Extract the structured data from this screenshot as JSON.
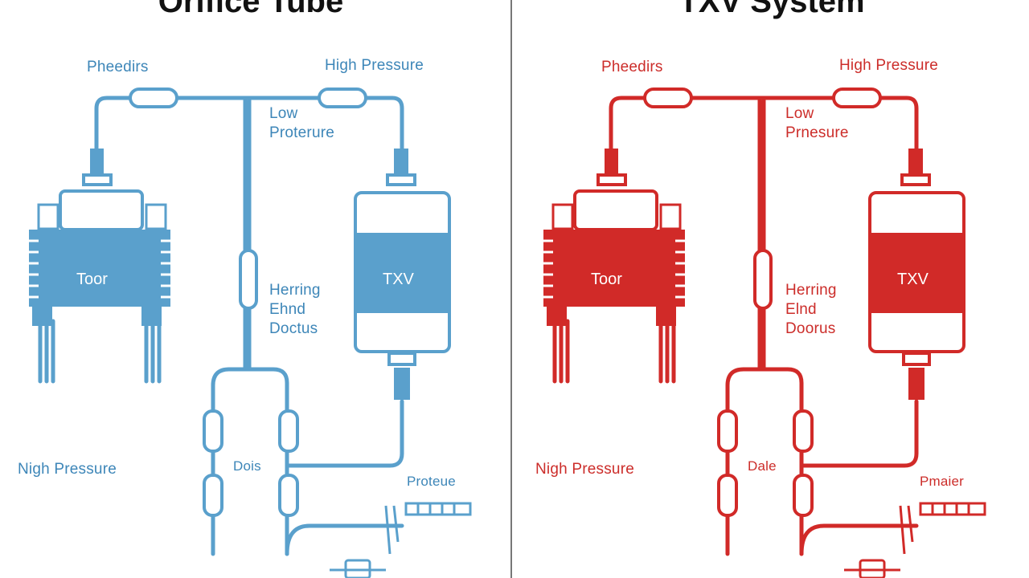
{
  "colors": {
    "left_accent": "#5aa0cc",
    "right_accent": "#d12a28",
    "divider": "#777777"
  },
  "panels": [
    {
      "title": "Orifice Tube",
      "labels": {
        "top_left": "Pheedirs",
        "top_right": "High Pressure",
        "low_line1": "Low",
        "low_line2": "Proterure",
        "mid_line1": "Herring",
        "mid_line2": "Ehnd",
        "mid_line3": "Doctus",
        "bottom_left": "Nigh Pressure",
        "bottom_right": "Proteue",
        "bottom_box": "Dois"
      },
      "components": {
        "left_unit": "Toor",
        "right_unit": "TXV"
      }
    },
    {
      "title": "TXV System",
      "labels": {
        "top_left": "Pheedirs",
        "top_right": "High Pressure",
        "low_line1": "Low",
        "low_line2": "Prnesure",
        "mid_line1": "Herring",
        "mid_line2": "Elnd",
        "mid_line3": "Doorus",
        "bottom_left": "Nigh Pressure",
        "bottom_right": "Pmaier",
        "bottom_box": "Dale"
      },
      "components": {
        "left_unit": "Toor",
        "right_unit": "TXV"
      }
    }
  ]
}
